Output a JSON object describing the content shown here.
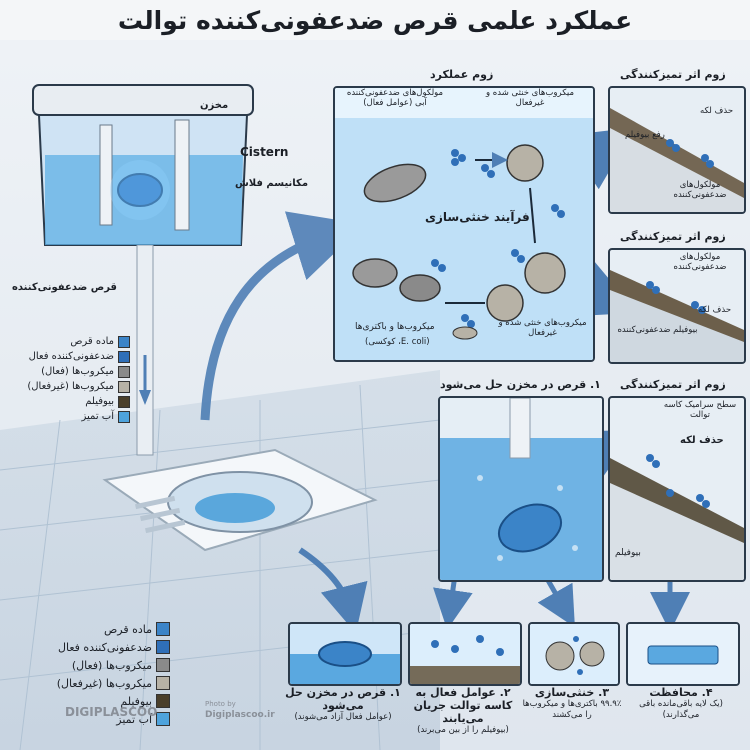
{
  "title": "عملکرد علمی قرص ضدعفونی‌کننده توالت",
  "tank_labels": {
    "reservoir": "مخزن",
    "cistern": "Cistern",
    "flush": "مکانیسم فلاش",
    "tablet": "قرص ضدعفونی‌کننده"
  },
  "legend_top": [
    "ماده قرص",
    "ضدعفونی‌کننده فعال",
    "میکروب‌ها (فعال)",
    "میکروب‌ها (غیرفعال)",
    "بیوفیلم",
    "آب تمیز"
  ],
  "legend_bottom": [
    "ماده قرص",
    "ضدعفونی‌کننده فعال",
    "میکروب‌ها (فعال)",
    "میکروب‌ها (غیرفعال)",
    "بیوفیلم",
    "آب تمیز"
  ],
  "legend_colors": [
    "#3b84c8",
    "#2f6fb8",
    "#8a8a8a",
    "#b7b2a6",
    "#4a3f2a",
    "#4ea3dc"
  ],
  "zoom_panel": {
    "title": "زوم عملکرد",
    "disinfectant_molecules": "مولکول‌های ضدعفونی‌کننده آبی (عوامل فعال)",
    "neutralized_germs": "میکروب‌های خنثی شده و غیرفعال",
    "process": "فرآیند خنثی‌سازی",
    "germs_bacteria": "میکروب‌ها و باکتری‌ها",
    "ecoli": "(E. coli، کوکسی)",
    "neutralized_germs_2": "میکروب‌های خنثی شده و غیرفعال"
  },
  "clean_zoom_1": {
    "title": "زوم اثر تمیزکنندگی",
    "remove_stain": "حذف لکه",
    "remove_biofilm": "رفع بیوفیلم",
    "molecules": "مولکول‌های ضدعفونی‌کننده"
  },
  "clean_zoom_2": {
    "title": "زوم اثر تمیزکنندگی",
    "molecules": "مولکول‌های ضدعفونی‌کننده",
    "remove_stain": "حذف لکه",
    "biofilm": "بیوفیلم ضدعفونی‌کننده"
  },
  "dissolve_panel": {
    "title": "۱. قرص در مخزن حل می‌شود"
  },
  "clean_zoom_3": {
    "title": "زوم اثر تمیزکنندگی",
    "surface": "سطح سرامیک کاسه توالت",
    "remove_stain": "حذف لکه",
    "biofilm": "بیوفیلم"
  },
  "steps": [
    {
      "title": "۱. قرص در مخزن حل می‌شود",
      "sub": "(عوامل فعال آزاد می‌شوند)"
    },
    {
      "title": "۲. عوامل فعال به کاسه توالت جریان می‌یابند",
      "sub": "(بیوفیلم را از بین می‌برند)"
    },
    {
      "title": "۳. خنثی‌سازی",
      "sub": "۹۹.۹٪ باکتری‌ها و میکروب‌ها را می‌کشند"
    },
    {
      "title": "۴. محافظت",
      "sub": "(یک لایه باقی‌مانده باقی می‌گذارند)"
    }
  ],
  "watermark": {
    "brand": "DIGIPLASCOO",
    "photo_by": "Photo by",
    "site": "Digiplascoo.ir"
  }
}
